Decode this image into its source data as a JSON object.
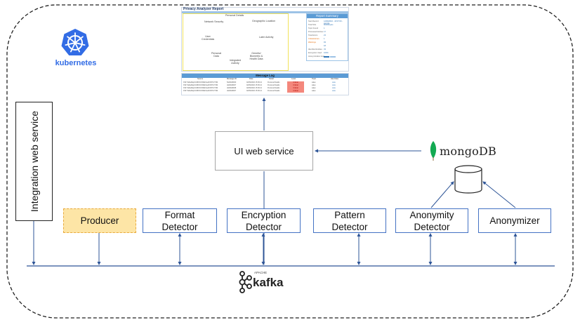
{
  "title": "",
  "platform": {
    "label": "kubernetes",
    "icon": "kubernetes-helm-icon",
    "color": "#326ce5"
  },
  "integration_service": {
    "label": "Integration web service"
  },
  "ui_service": {
    "label": "UI web service"
  },
  "database": {
    "label": "mongoDB",
    "icon": "mongodb-leaf-icon",
    "color": "#13aa52"
  },
  "message_bus": {
    "label": "kafka",
    "sublabel": "APACHE",
    "icon": "kafka-logo-icon"
  },
  "components": [
    {
      "id": "producer",
      "label": "Producer",
      "fill": "#fde5a6"
    },
    {
      "id": "format",
      "label": "Format\nDetector"
    },
    {
      "id": "encryption",
      "label": "Encryption\nDetector"
    },
    {
      "id": "pattern",
      "label": "Pattern\nDetector"
    },
    {
      "id": "anonymity",
      "label": "Anonymity\nDetector"
    },
    {
      "id": "anonymizer",
      "label": "Anonymizer"
    }
  ],
  "report": {
    "title": "Privacy Analyzer Report",
    "radar_labels": [
      "Personal Details",
      "Geographic Location",
      "Later Activity",
      "Genetic/ Biometric & Health Data",
      "Integrated Activity",
      "Personal Data",
      "User Credentials",
      "Network Security"
    ],
    "summary": {
      "title": "Report Summary",
      "rows": [
        {
          "label": "Start Record",
          "value": "12/09/2016 - 18:07:09 - sample"
        },
        {
          "label": "Total Size",
          "value": "80000bytes"
        },
        {
          "label": "Topic Found",
          "value": "1"
        },
        {
          "label": "Processed Entries",
          "value": "17"
        },
        {
          "label": "Total Errors",
          "value": "23"
        },
        {
          "label": "Critical Errors",
          "value": "1"
        },
        {
          "label": "Warnings",
          "value": "93"
        },
        {
          "label": "",
          "value": "18"
        },
        {
          "label": "Identified Entities",
          "value": "33"
        },
        {
          "label": "Encryption Used",
          "value": "100%"
        },
        {
          "label": "Anonymization level",
          "value": ""
        }
      ]
    },
    "log": {
      "title": "Message Log",
      "columns": [
        "Source",
        "Message ID",
        "Date",
        "Detail",
        "Level",
        "Topic",
        "Has Data"
      ],
      "rows": [
        [
          "\\ISP-TableMap\\\\CRD\\\\CORE\\\\Audit\\\\STR-TSM",
          "5s000d9000",
          "02/09/2016 15:36:12",
          "Personal Details",
          "Critical",
          "sales",
          "view"
        ],
        [
          "\\ISP-TableMap\\\\CRD\\\\CORE\\\\Audit\\\\STR-TSM",
          "ds000d9007",
          "02/09/2016 15:36:12",
          "Personal Details",
          "Critical",
          "sales",
          "view"
        ],
        [
          "\\ISP-TableMap\\\\CRD\\\\CORE\\\\Audit\\\\STR-TSM",
          "ds000d9008",
          "02/09/2016 15:36:12",
          "Personal Details",
          "Critical",
          "sales",
          "view"
        ],
        [
          "\\ISP-TableMap\\\\CRD\\\\CORE\\\\Audit\\\\STR-TSM",
          "ds000d9007",
          "02/09/2016 15:36:12",
          "Personal Details",
          "Critical",
          "sales",
          "view"
        ]
      ]
    }
  },
  "colors": {
    "box_border": "#4472c4",
    "arrow": "#2e5597",
    "frame": "#222222",
    "producer_border": "#e8a93c"
  }
}
